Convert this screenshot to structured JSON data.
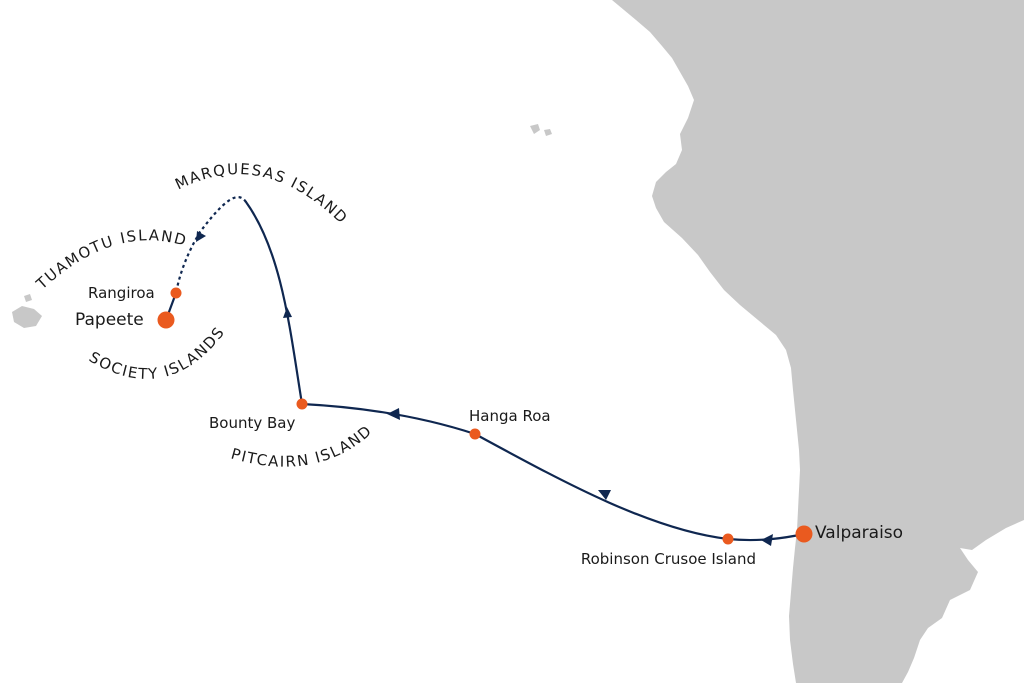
{
  "map": {
    "land_color": "#c8c8c8",
    "route_color": "#0f2750",
    "stop_color": "#ea5a1f",
    "background": "#ffffff"
  },
  "ports": {
    "valparaiso": "Valparaiso",
    "robinson_crusoe": "Robinson Crusoe Island",
    "hanga_roa": "Hanga Roa",
    "bounty_bay": "Bounty Bay",
    "rangiroa": "Rangiroa",
    "papeete": "Papeete"
  },
  "regions": {
    "marquesas": "MARQUESAS ISLANDS",
    "tuamotu": "TUAMOTU ISLANDS",
    "society": "SOCIETY ISLANDS",
    "pitcairn": "PITCAIRN ISLANDS"
  }
}
